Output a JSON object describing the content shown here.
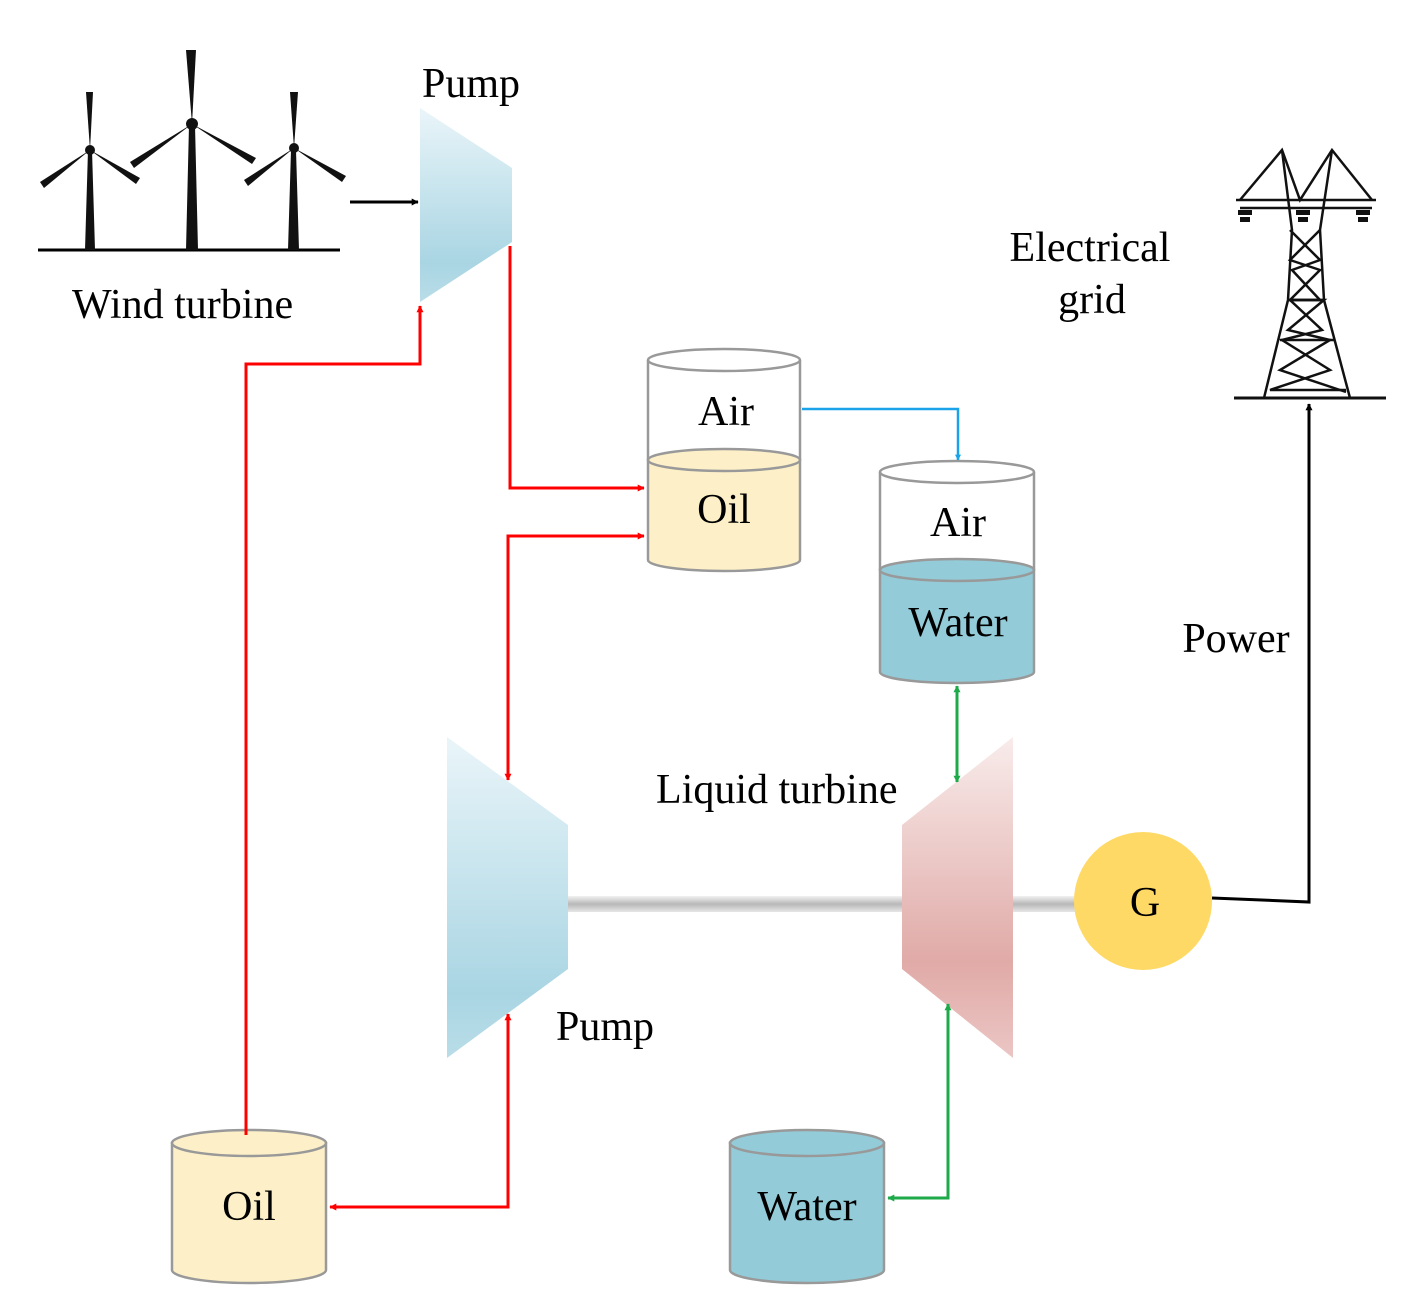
{
  "labels": {
    "wind_turbine": "Wind turbine",
    "pump_top": "Pump",
    "pump_bottom": "Pump",
    "electrical_grid_line1": "Electrical",
    "electrical_grid_line2": "grid",
    "liquid_turbine": "Liquid turbine",
    "power": "Power",
    "generator": "G",
    "tank_oil_air_top": "Air",
    "tank_oil_bottom": "Oil",
    "tank_water_air_top": "Air",
    "tank_water_bottom": "Water",
    "oil_reservoir": "Oil",
    "water_reservoir": "Water"
  },
  "colors": {
    "oil_line": "#ff0000",
    "air_line": "#1aa3e8",
    "water_line": "#1faa4a",
    "power_line": "#000000",
    "oil_fill": "#fdf0c8",
    "water_fill": "#93cbd8",
    "pump_fill": "#b9dde8",
    "turbine_fill": "#e3b1ae",
    "generator_fill": "#ffd966"
  },
  "icons": [
    "wind-turbines-icon",
    "transmission-tower-icon"
  ]
}
